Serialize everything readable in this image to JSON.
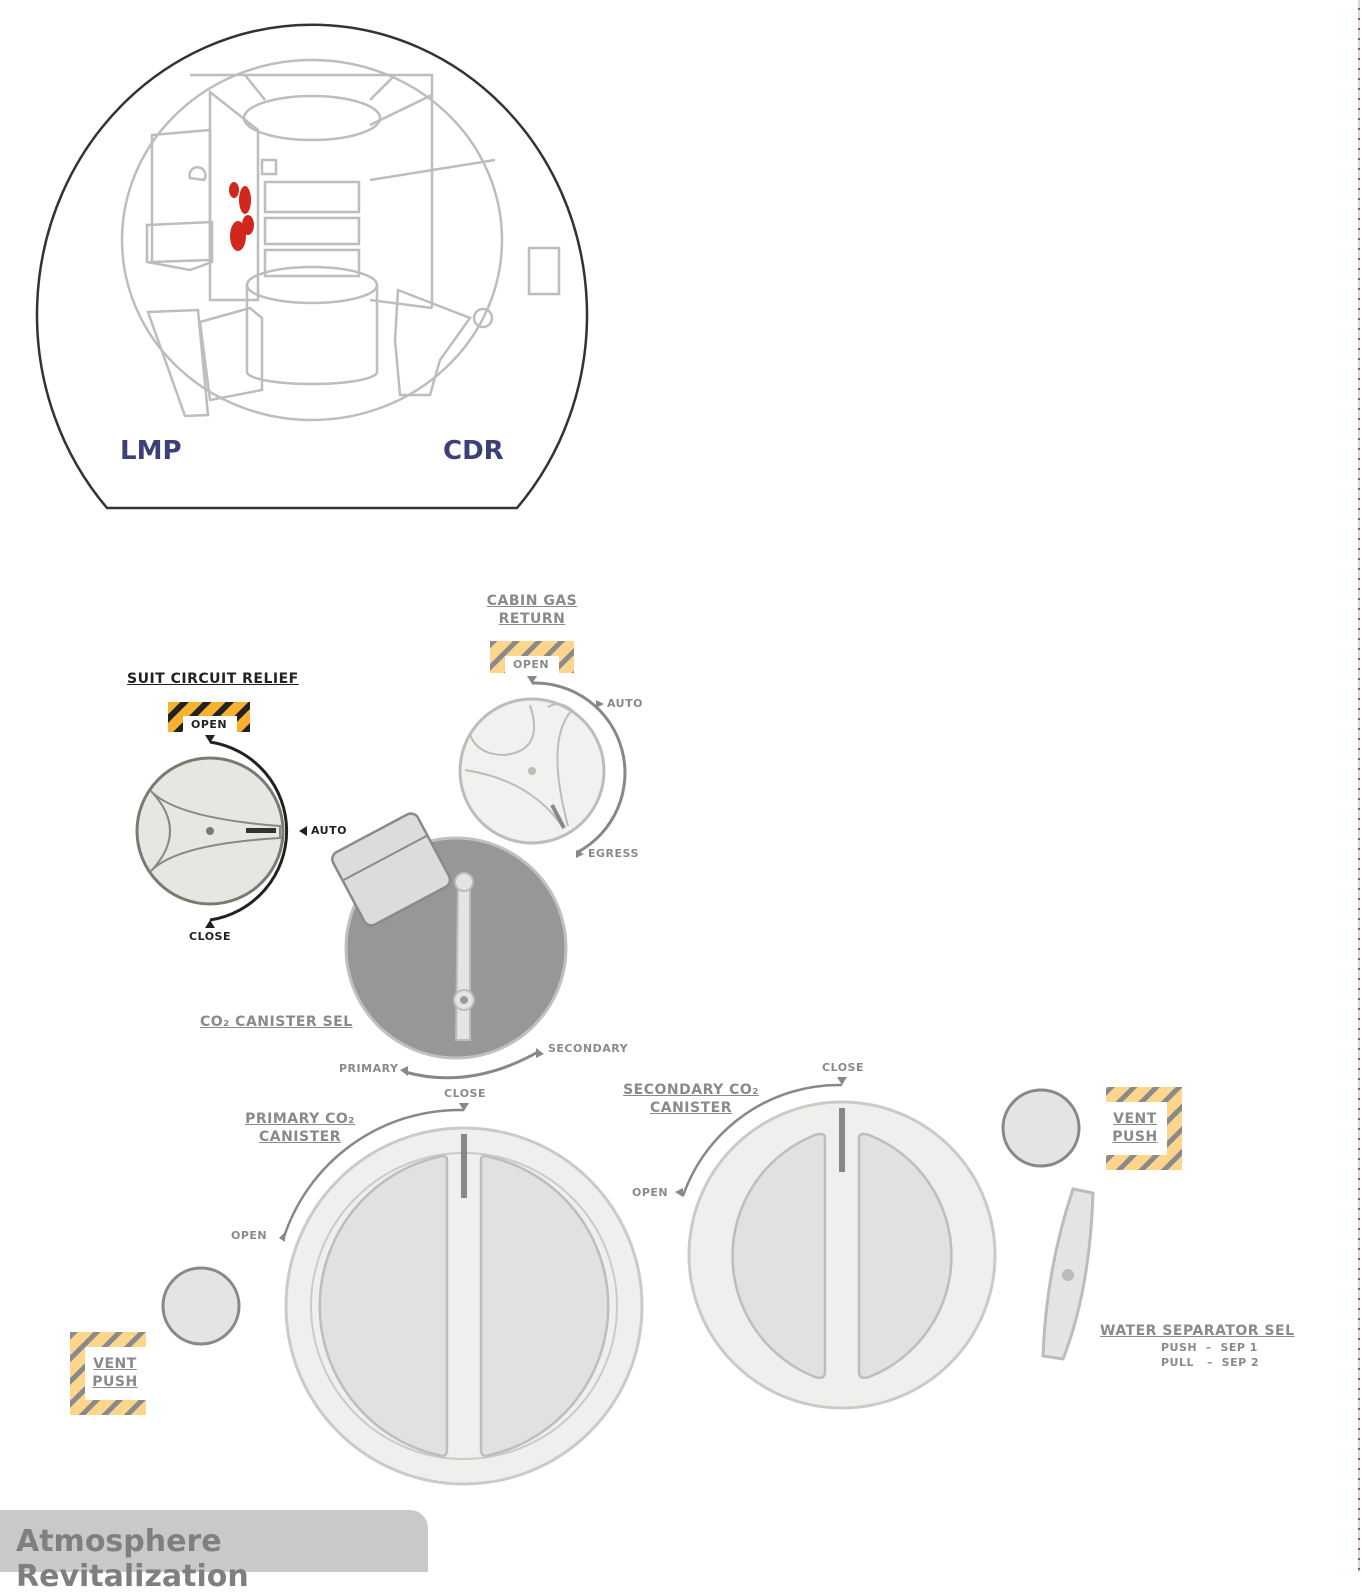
{
  "capsule": {
    "left_label": "LMP",
    "right_label": "CDR"
  },
  "suit_circuit_relief": {
    "title": "SUIT CIRCUIT RELIEF",
    "positions": {
      "open": "OPEN",
      "auto": "AUTO",
      "close": "CLOSE"
    }
  },
  "cabin_gas_return": {
    "title_line1": "CABIN GAS",
    "title_line2": "RETURN",
    "positions": {
      "open": "OPEN",
      "auto": "AUTO",
      "egress": "EGRESS"
    }
  },
  "co2_canister_sel": {
    "title": "CO₂ CANISTER SEL",
    "positions": {
      "primary": "PRIMARY",
      "secondary": "SECONDARY"
    }
  },
  "primary_co2_canister": {
    "title_line1": "PRIMARY CO₂",
    "title_line2": "CANISTER",
    "positions": {
      "open": "OPEN",
      "close": "CLOSE"
    }
  },
  "secondary_co2_canister": {
    "title_line1": "SECONDARY CO₂",
    "title_line2": "CANISTER",
    "positions": {
      "open": "OPEN",
      "close": "CLOSE"
    }
  },
  "vent_left": {
    "line1": "VENT",
    "line2": "PUSH"
  },
  "vent_right": {
    "line1": "VENT",
    "line2": "PUSH"
  },
  "water_separator_sel": {
    "title": "WATER SEPARATOR SEL",
    "push": "PUSH  –  SEP 1",
    "pull": "PULL   –  SEP 2"
  },
  "panel_tab": {
    "label": "Atmosphere Revitalization"
  },
  "colors": {
    "crew_label": "#3b4178",
    "hazard_active": "#f7b02f",
    "hazard_inactive": "#fdd68c",
    "highlight_red": "#d0281c"
  }
}
